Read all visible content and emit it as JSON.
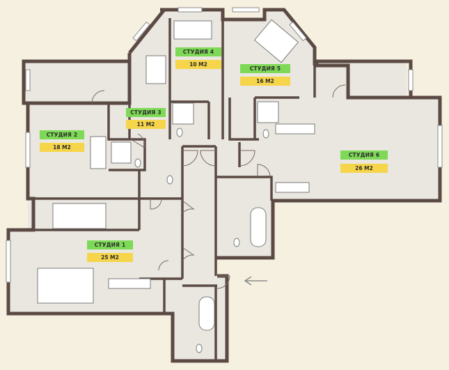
{
  "colors": {
    "background": "#f6f0e0",
    "floor": "#e9e7e0",
    "wall": "#5b4a44",
    "name_label": "#7ed957",
    "area_label": "#f6d54a",
    "arrow": "#8a8a8a"
  },
  "entrance_arrow_icon": "left-arrow-icon",
  "studios": [
    {
      "name": "СТУДИЯ 1",
      "area": "25 М2"
    },
    {
      "name": "СТУДИЯ 2",
      "area": "18 М2"
    },
    {
      "name": "СТУДИЯ 3",
      "area": "11 М2"
    },
    {
      "name": "СТУДИЯ 4",
      "area": "10 М2"
    },
    {
      "name": "СТУДИЯ 5",
      "area": "16 М2"
    },
    {
      "name": "СТУДИЯ 6",
      "area": "26 М2"
    }
  ]
}
